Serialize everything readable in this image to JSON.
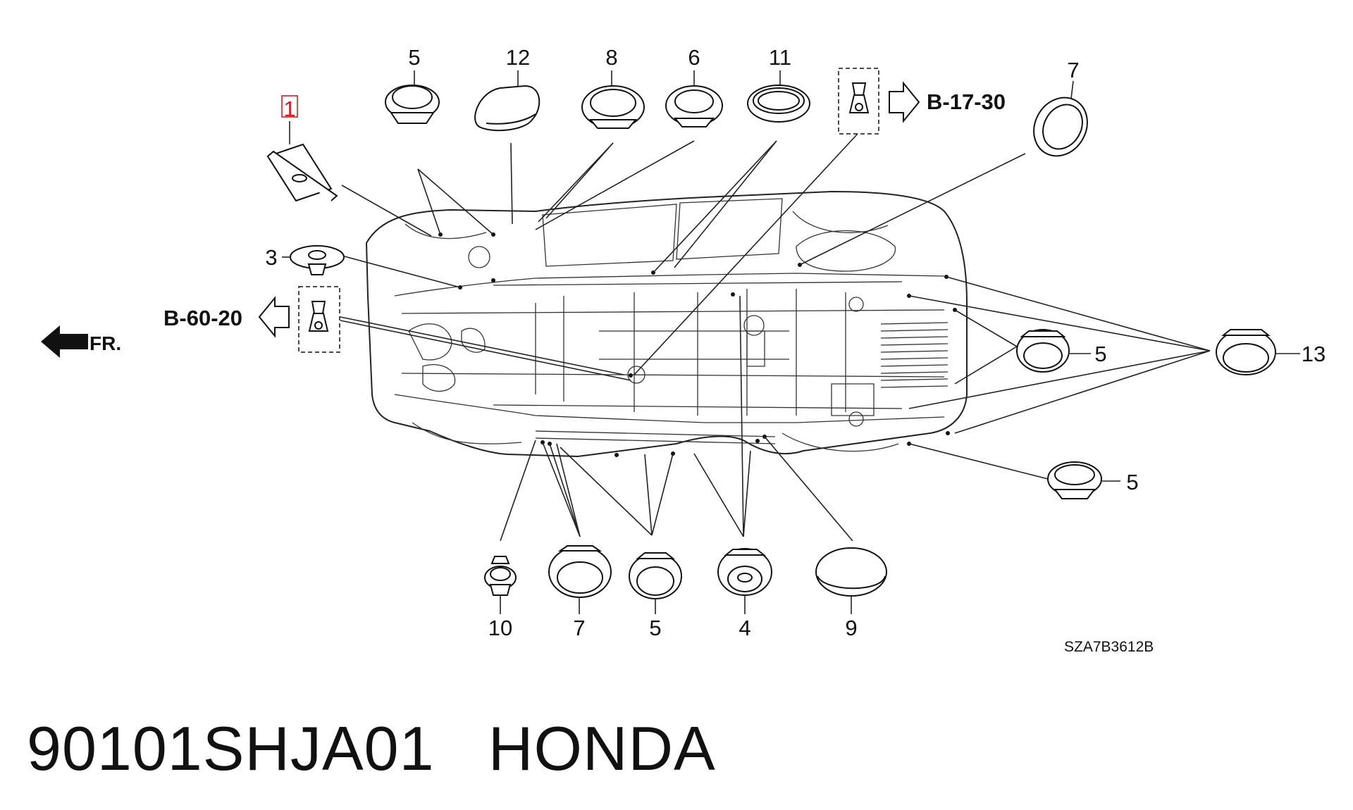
{
  "diagram": {
    "callouts": [
      {
        "id": "c1",
        "label": "1",
        "highlighted": true
      },
      {
        "id": "c3",
        "label": "3"
      },
      {
        "id": "c5a",
        "label": "5"
      },
      {
        "id": "c12",
        "label": "12"
      },
      {
        "id": "c8",
        "label": "8"
      },
      {
        "id": "c6",
        "label": "6"
      },
      {
        "id": "c11",
        "label": "11"
      },
      {
        "id": "c7a",
        "label": "7"
      },
      {
        "id": "c5b",
        "label": "5"
      },
      {
        "id": "c13",
        "label": "13"
      },
      {
        "id": "c5c",
        "label": "5"
      },
      {
        "id": "c10",
        "label": "10"
      },
      {
        "id": "c7b",
        "label": "7"
      },
      {
        "id": "c5d",
        "label": "5"
      },
      {
        "id": "c4",
        "label": "4"
      },
      {
        "id": "c9",
        "label": "9"
      }
    ],
    "references": {
      "front": "B-17-30",
      "rear": "B-60-20"
    },
    "front_indicator": "FR.",
    "drawing_code": "SZA7B3612B",
    "highlight_color": "#e0191f"
  },
  "caption": {
    "part_number": "90101SHJA01",
    "brand": "HONDA"
  }
}
